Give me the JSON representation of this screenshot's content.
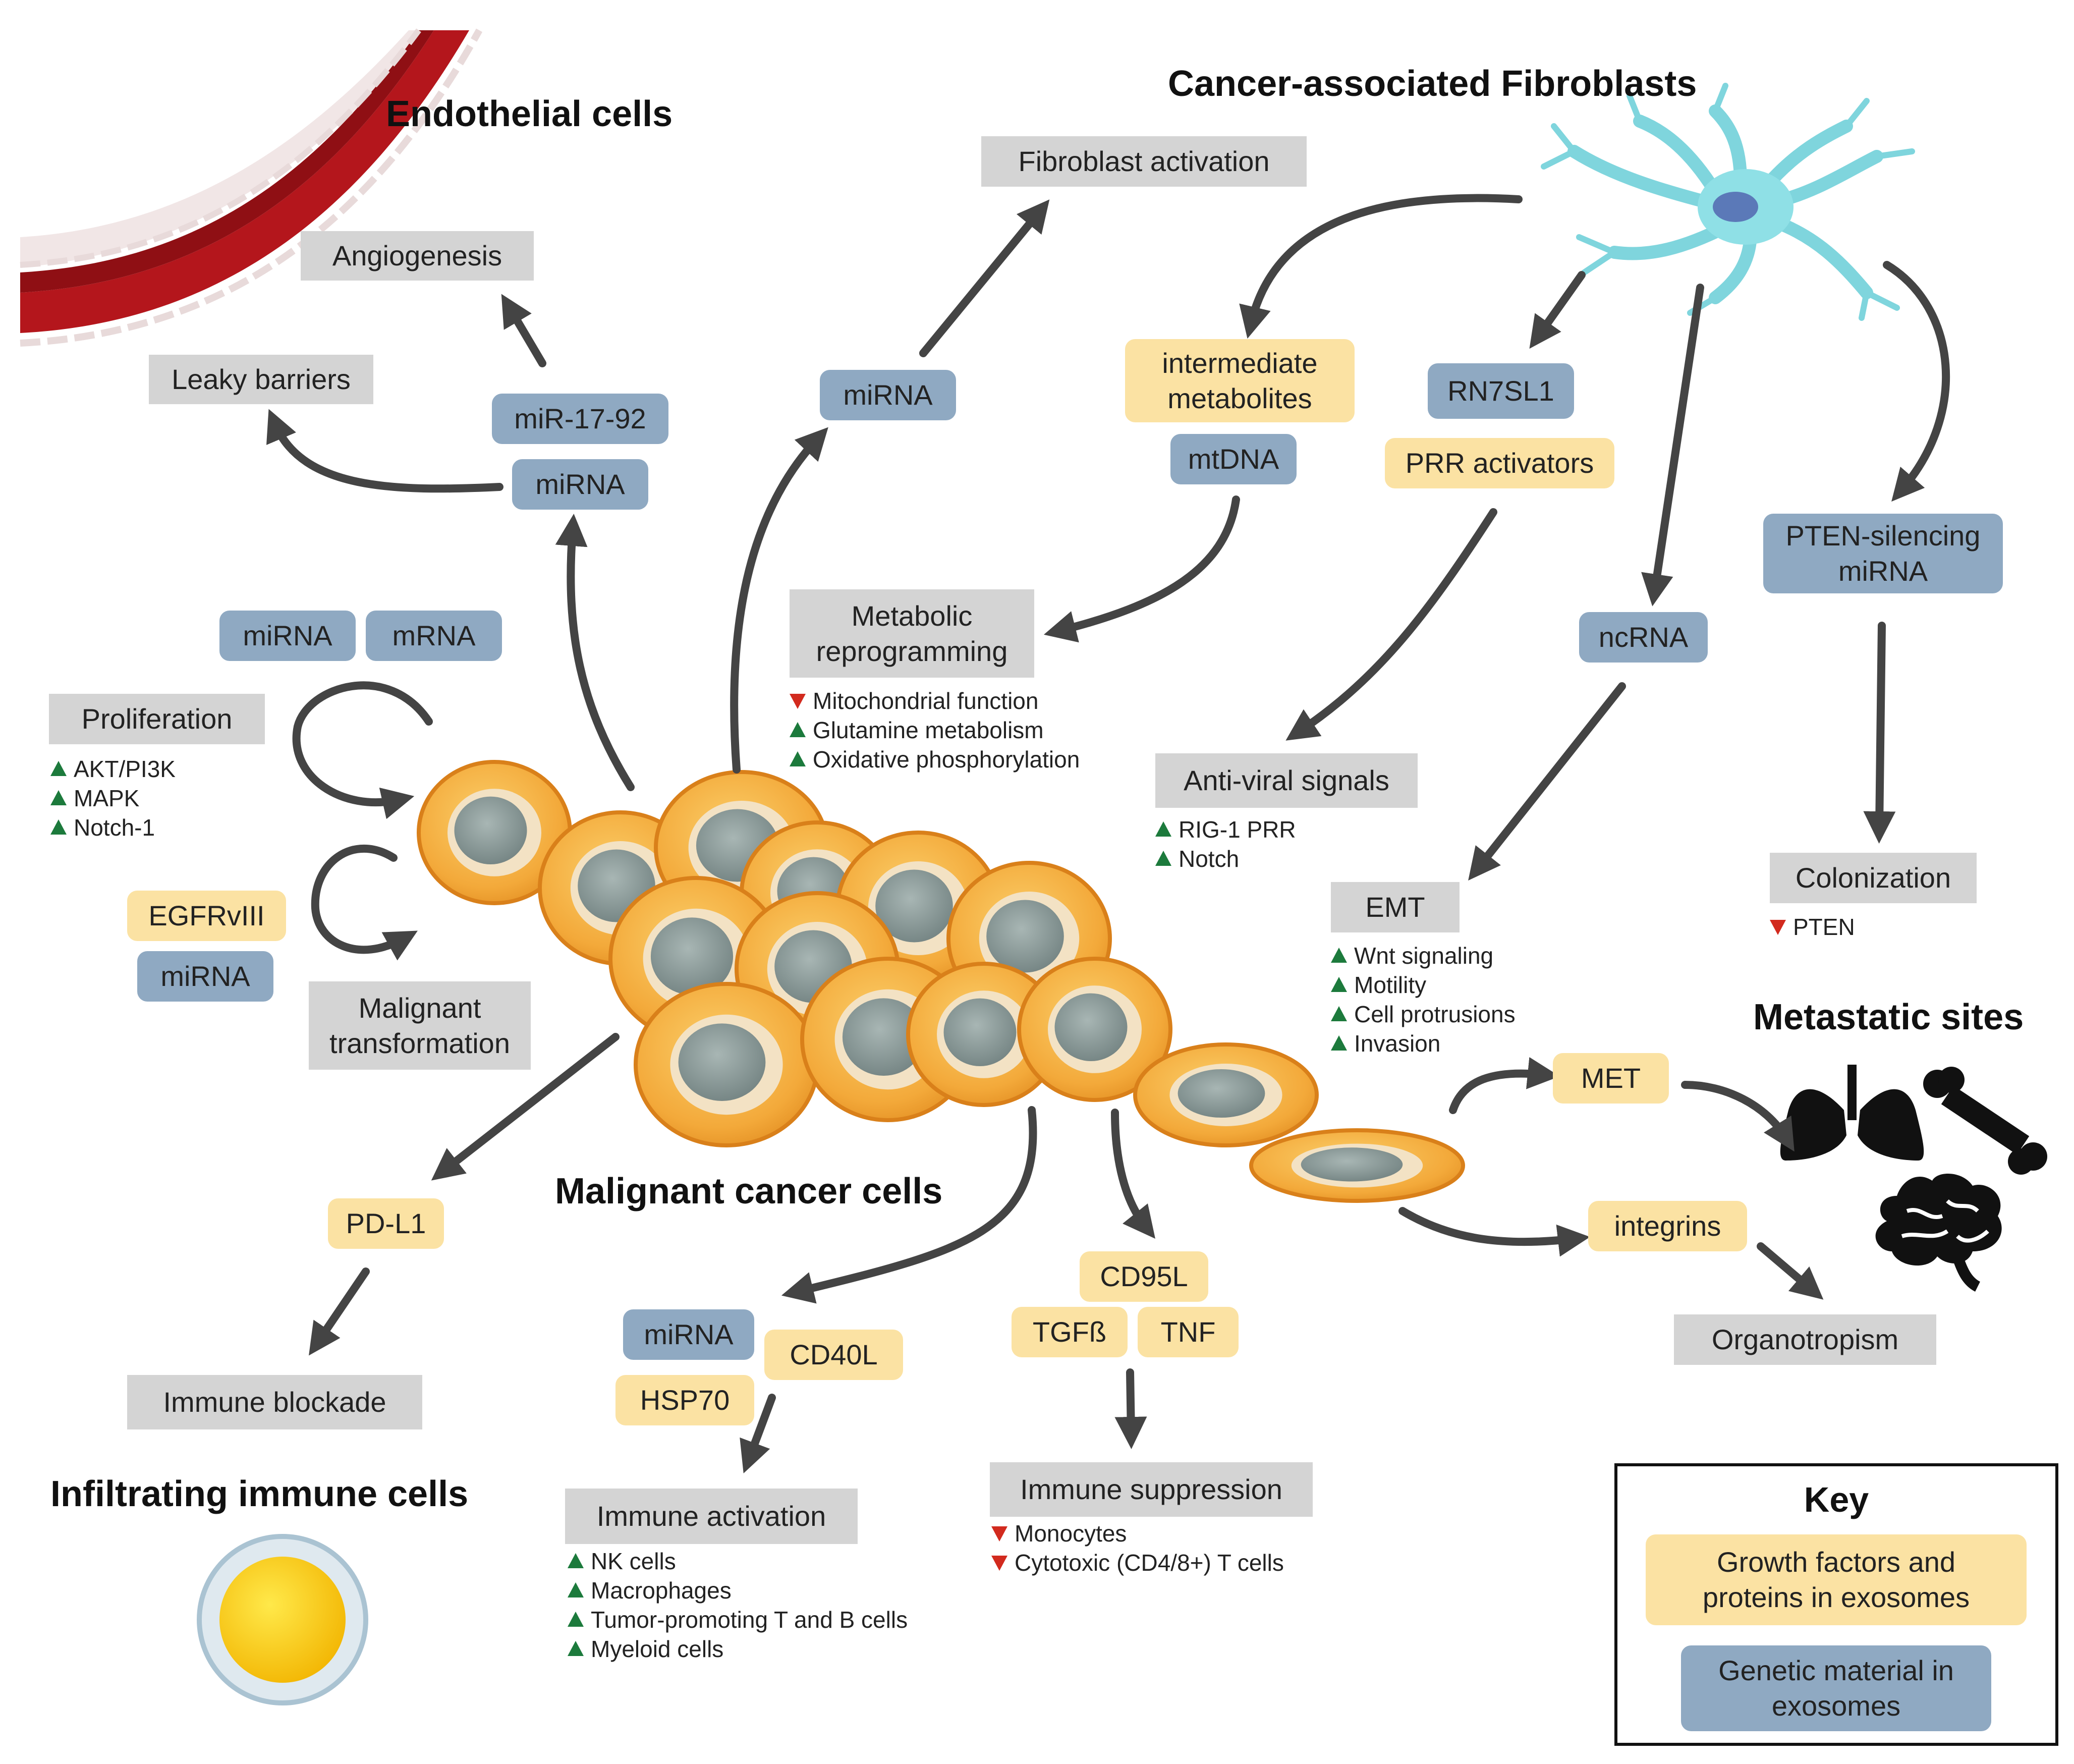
{
  "headers": {
    "endothelial": "Endothelial cells",
    "fibroblasts": "Cancer-associated Fibroblasts",
    "malignant": "Malignant cancer cells",
    "immune": "Infiltrating immune cells",
    "metastatic": "Metastatic sites"
  },
  "labels": {
    "angiogenesis": "Angiogenesis",
    "leaky_barriers": "Leaky barriers",
    "mir_17_92": "miR-17-92",
    "mirna_endo": "miRNA",
    "mirna_fibro": "miRNA",
    "fibroblast_activation": "Fibroblast activation",
    "intermediate_metabolites": "intermediate\nmetabolites",
    "mtdna": "mtDNA",
    "rn7sl1": "RN7SL1",
    "prr_activators": "PRR activators",
    "pten_silencing": "PTEN-silencing\nmiRNA",
    "metabolic_reprogramming": "Metabolic\nreprogramming",
    "ncrna": "ncRNA",
    "mirna_prolif": "miRNA",
    "mrna_prolif": "mRNA",
    "proliferation": "Proliferation",
    "egfrviii": "EGFRvIII",
    "mirna_malig": "miRNA",
    "malignant_transformation": "Malignant\ntransformation",
    "anti_viral": "Anti-viral signals",
    "colonization": "Colonization",
    "emt": "EMT",
    "met": "MET",
    "integrins": "integrins",
    "organotropism": "Organotropism",
    "pd_l1": "PD-L1",
    "immune_blockade": "Immune blockade",
    "mirna_immune": "miRNA",
    "cd40l": "CD40L",
    "hsp70": "HSP70",
    "immune_activation": "Immune activation",
    "cd95l": "CD95L",
    "tgfb": "TGFß",
    "tnf": "TNF",
    "immune_suppression": "Immune suppression"
  },
  "notes": {
    "metabolic": [
      {
        "dir": "down",
        "text": "Mitochondrial function"
      },
      {
        "dir": "up",
        "text": "Glutamine metabolism"
      },
      {
        "dir": "up",
        "text": "Oxidative phosphorylation"
      }
    ],
    "proliferation": [
      {
        "dir": "up",
        "text": "AKT/PI3K"
      },
      {
        "dir": "up",
        "text": "MAPK"
      },
      {
        "dir": "up",
        "text": "Notch-1"
      }
    ],
    "antiviral": [
      {
        "dir": "up",
        "text": "RIG-1 PRR"
      },
      {
        "dir": "up",
        "text": "Notch"
      }
    ],
    "emt": [
      {
        "dir": "up",
        "text": "Wnt signaling"
      },
      {
        "dir": "up",
        "text": "Motility"
      },
      {
        "dir": "up",
        "text": "Cell protrusions"
      },
      {
        "dir": "up",
        "text": "Invasion"
      }
    ],
    "colonization": [
      {
        "dir": "down",
        "text": "PTEN"
      }
    ],
    "immune_activation": [
      {
        "dir": "up",
        "text": "NK cells"
      },
      {
        "dir": "up",
        "text": "Macrophages"
      },
      {
        "dir": "up",
        "text": "Tumor-promoting T and B cells"
      },
      {
        "dir": "up",
        "text": "Myeloid cells"
      }
    ],
    "immune_suppression": [
      {
        "dir": "down",
        "text": "Monocytes"
      },
      {
        "dir": "down",
        "text": "Cytotoxic (CD4/8+) T cells"
      }
    ]
  },
  "key": {
    "title": "Key",
    "growth_factors": "Growth factors and\nproteins in exosomes",
    "genetic_material": "Genetic material in\nexosomes"
  },
  "colors": {
    "gray_box": "#d4d4d4",
    "yellow_box": "#fbe2a3",
    "blue_box": "#8fa9c2",
    "up_arrow": "#1c7a3c",
    "down_arrow": "#d22a1e",
    "flow_arrow": "#444444"
  },
  "icons": {
    "vessel": "blood-vessel-icon",
    "fibroblast": "fibroblast-cell-icon",
    "tumor": "cancer-cell-cluster-icon",
    "immune_cell": "immune-cell-icon",
    "lungs": "lungs-icon",
    "bone": "bone-icon",
    "brain": "brain-icon"
  }
}
